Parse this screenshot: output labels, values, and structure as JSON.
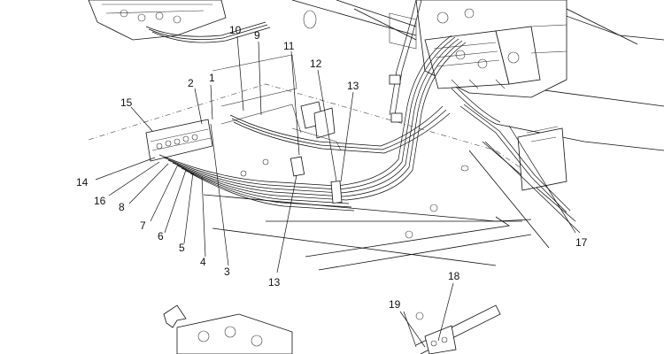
{
  "callouts": {
    "c1": "1",
    "c2": "2",
    "c3": "3",
    "c4": "4",
    "c5": "5",
    "c6": "6",
    "c7": "7",
    "c8": "8",
    "c9": "9",
    "c10": "10",
    "c11": "11",
    "c12": "12",
    "c13_top": "13",
    "c13_bottom": "13",
    "c14": "14",
    "c15": "15",
    "c16": "16",
    "c17": "17",
    "c18": "18",
    "c19": "19"
  }
}
